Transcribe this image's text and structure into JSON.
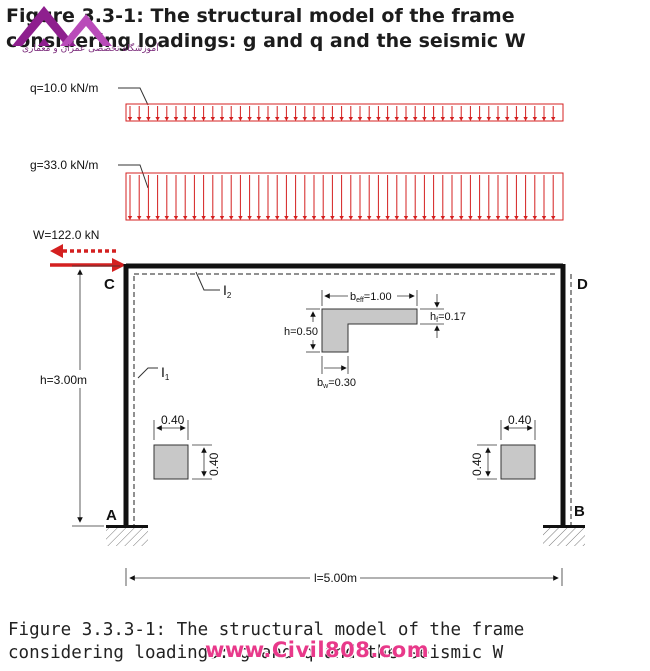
{
  "title": "Figure 3.3-1: The structural model of the frame considering loadings: g and q and the seismic W",
  "logo": {
    "text": "آموزشگاه تخصصی عمران و معماری",
    "colors": [
      "#8e1f8e",
      "#b94bb9"
    ]
  },
  "loads": {
    "q_label": "q=10.0 kN/m",
    "g_label": "g=33.0 kN/m",
    "w_label": "W=122.0 kN"
  },
  "nodes": {
    "a": "A",
    "b": "B",
    "c": "C",
    "d": "D"
  },
  "members": {
    "beam_moment": "I",
    "beam_moment_sub": "2",
    "column_moment": "I",
    "column_moment_sub": "1"
  },
  "dimensions": {
    "height": "h=3.00m",
    "length": "l=5.00m"
  },
  "beam_section": {
    "beff_main": "b",
    "beff_sub": "eff",
    "beff_val": "=1.00",
    "hf_main": "h",
    "hf_sub": "f",
    "hf_val": "=0.17",
    "h": "h=0.50",
    "bw_main": "b",
    "bw_sub": "w",
    "bw_val": "=0.30"
  },
  "column_section_left": {
    "width": "0.40",
    "height": "0.40"
  },
  "column_section_right": {
    "width": "0.40",
    "height": "0.40"
  },
  "caption": "Figure 3.3.3-1: The structural model of the frame considering loadings: g and q and the seismic W",
  "watermark": "www.Civil808.com",
  "colors": {
    "load_red": "#d42020",
    "frame": "#111111",
    "section_fill": "#c8c8c8"
  }
}
